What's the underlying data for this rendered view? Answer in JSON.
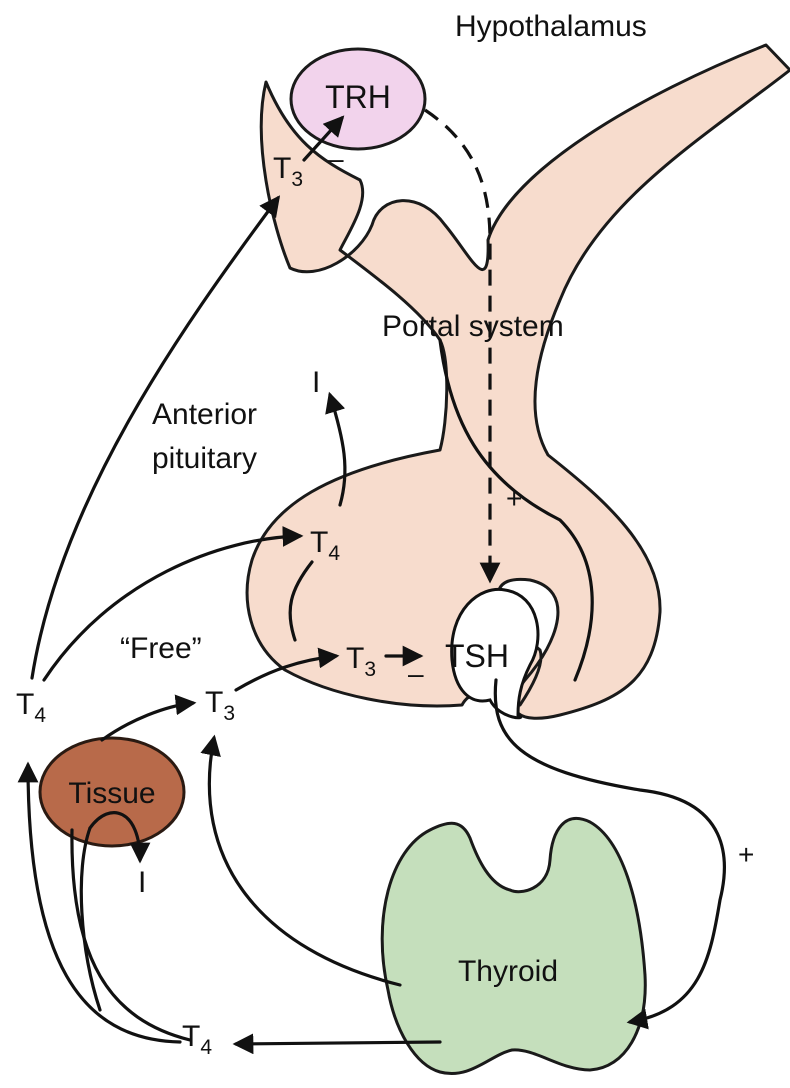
{
  "labels": {
    "hypothalamus": "Hypothalamus",
    "trh": "TRH",
    "portal_system": "Portal system",
    "anterior": "Anterior",
    "pituitary": "pituitary",
    "tsh": "TSH",
    "free": "“Free”",
    "tissue": "Tissue",
    "thyroid": "Thyroid",
    "t": "T",
    "sub3": "3",
    "sub4": "4",
    "iodide": "I",
    "minus": "–",
    "plus": "+"
  },
  "colors": {
    "pituitary_fill": "#f7dccd",
    "trh_fill": "#f2d3ec",
    "thyroid_fill": "#c5dfbc",
    "tissue_fill": "#b86a4a"
  }
}
